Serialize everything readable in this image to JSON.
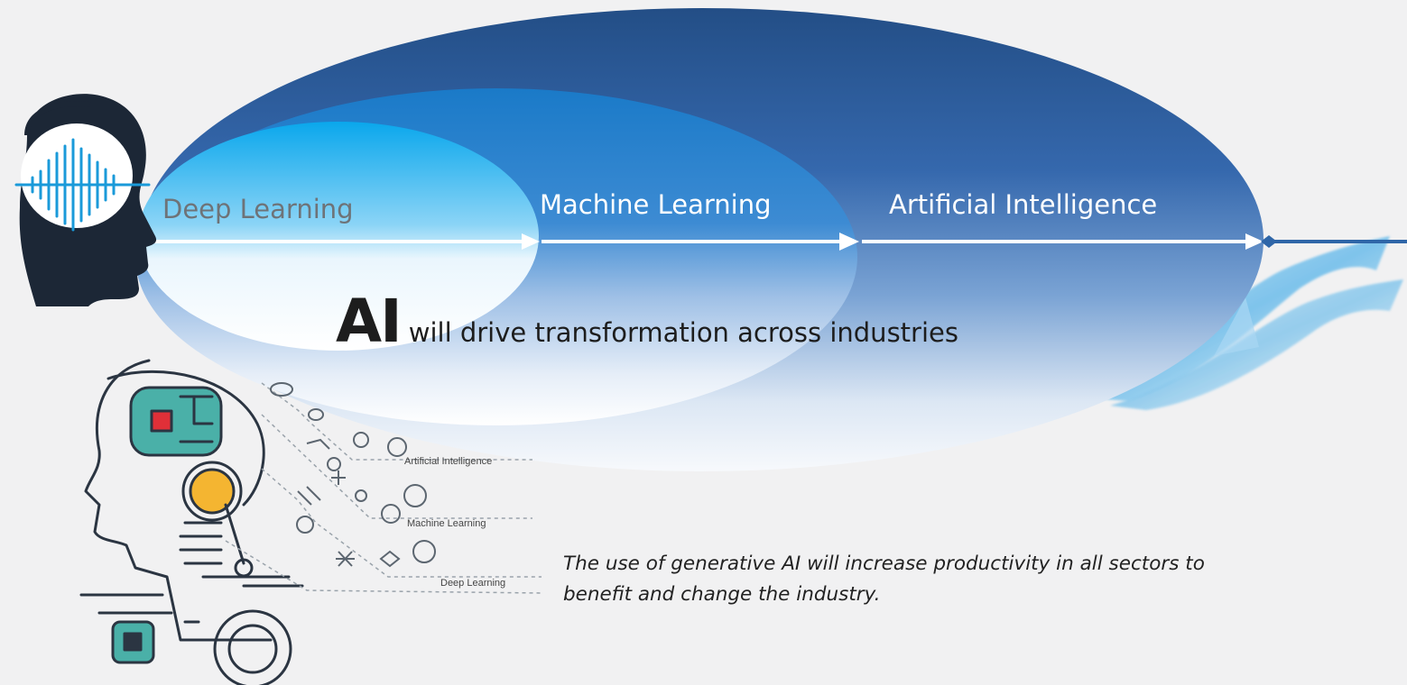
{
  "diagram": {
    "labels": {
      "deep_learning": "Deep Learning",
      "machine_learning": "Machine Learning",
      "artificial_intelligence": "Artificial Intelligence"
    },
    "headline": {
      "emphasis": "AI",
      "rest": "will drive transformation across industries"
    },
    "caption": "The use of generative AI will increase productivity in all sectors to benefit and change the industry.",
    "illustration_labels": {
      "artificial_intelligence": "Artificial Intelligence",
      "machine_learning": "Machine Learning",
      "deep_learning": "Deep Learning"
    },
    "icons": [
      "brain-wave-head-icon",
      "robot-head-icon",
      "swoosh-arrow-icon"
    ],
    "colors": {
      "background": "#f1f1f2",
      "outer_ellipse": "#2a5a99",
      "middle_ellipse": "#1a84d0",
      "inner_ellipse": "#18b3ee",
      "head": "#1c2736",
      "swoosh": "#7fc4ec"
    }
  }
}
